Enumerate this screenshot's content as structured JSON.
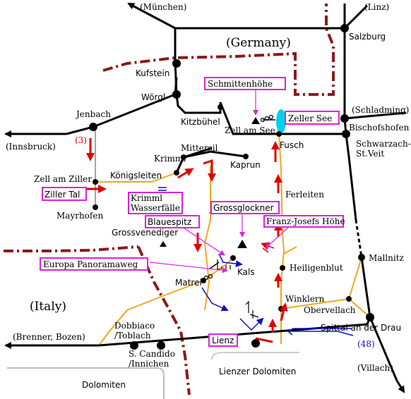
{
  "map": {
    "regions": {
      "germany": "(Germany)",
      "italy": "(Italy)"
    },
    "directions": {
      "muenchen": "(München)",
      "linz": "(Linz)",
      "schladming": "(Schladming)",
      "innsbruck": "(Innsbruck)",
      "brenner": "(Brenner, Bozen)",
      "villach": "(Villach)"
    },
    "towns": {
      "salzburg": "Salzburg",
      "kufstein": "Kufstein",
      "woergl": "Wörgl",
      "jenbach": "Jenbach",
      "kitzbuehel": "Kitzbühel",
      "zell_am_see": "Zell am See",
      "fusch": "Fusch",
      "bischofshofen": "Bischofshofen",
      "schwarzach_1": "Schwarzach-",
      "schwarzach_2": "St.Veit",
      "mittersill": "Mittersil",
      "kaprun": "Kaprun",
      "krimml": "Krimml",
      "koenigsleiten": "Königsleiten",
      "zell_am_ziller": "Zell am Ziller",
      "mayrhofen": "Mayrhofen",
      "ferleiten": "Ferleiten",
      "grossvenediger": "Grossvenediger",
      "heiligenblut": "Heiligenblut",
      "kals": "Kals",
      "matrei": "Matrei",
      "mallnitz": "Mallnitz",
      "winklern": "Winklern",
      "obervellach": "Obervellach",
      "spittal": "Spittal an der Drau",
      "dobbiaco_1": "Dobbiaco",
      "dobbiaco_2": "/Toblach",
      "candido_1": "S. Candido",
      "candido_2": "/Innichen",
      "dolomiten": "Dolomiten",
      "lienzer_dolomiten": "Lienzer Dolomiten"
    },
    "boxed_labels": {
      "schmittenhoehe": "Schmittenhöhe",
      "zeller_see": "Zeller See",
      "ziller_tal": "Ziller Tal",
      "krimml_wasserfaelle_1": "Krimml",
      "krimml_wasserfaelle_2": "Wasserfälle",
      "grossglockner": "Grossglockner",
      "blauespitz": "Blauespitz",
      "franz_josefs_hoehe": "Franz-Josefs Höhe",
      "europa_panoramaweg": "Europa Panoramaweg",
      "lienz": "Lienz"
    },
    "route_notes": {
      "red_3": "(3)",
      "blue_48": "(48)"
    },
    "colors": {
      "railway": "#000000",
      "border": "#8b1a1a",
      "road": "#f0a820",
      "label_box": "#e020e0",
      "route_red": "#e00000",
      "route_blue": "#1010c0",
      "lake": "#00d0f0"
    }
  }
}
